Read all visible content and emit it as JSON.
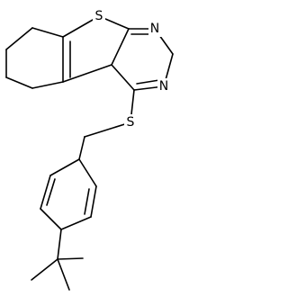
{
  "molecule": {
    "atoms": {
      "s_ring": "S",
      "n_top": "N",
      "n_bottom": "N",
      "s_thioether": "S"
    }
  }
}
